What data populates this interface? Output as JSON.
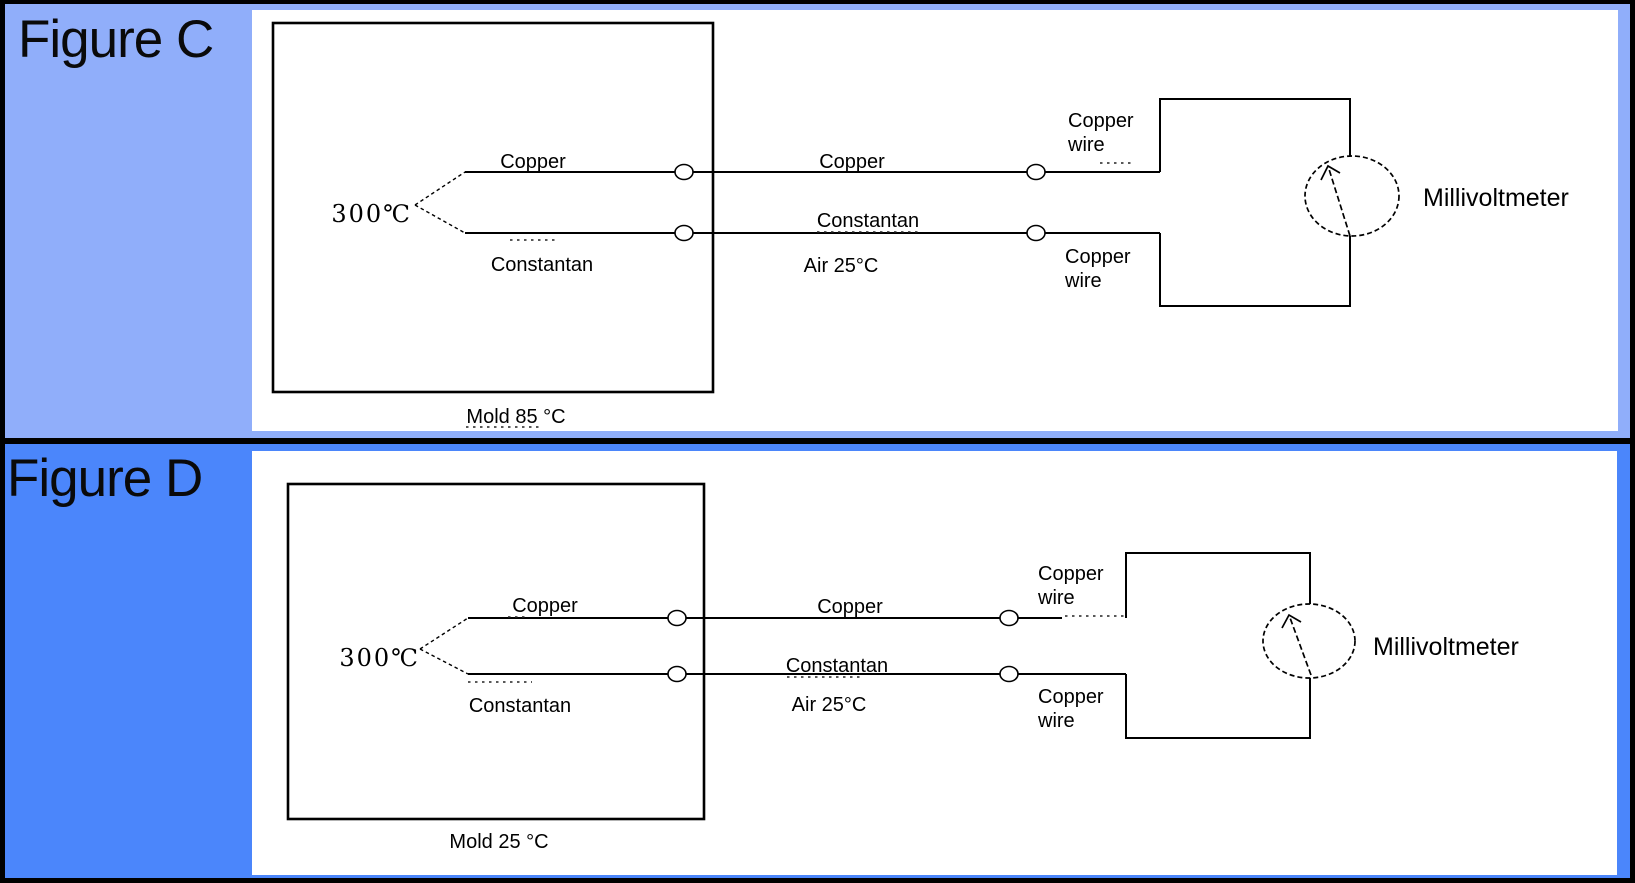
{
  "colors": {
    "outer_border": "#000000",
    "figure_c_bg": "#90AEFA",
    "figure_d_bg": "#4B86FB",
    "panel_bg": "#FFFFFF",
    "ink": "#000000"
  },
  "figure_c": {
    "title": "Figure C",
    "junction_temp": "300℃",
    "mold_wire_top_label": "Copper",
    "mold_wire_bottom_label": "Constantan",
    "air_wire_top_label": "Copper",
    "air_wire_bottom_label": "Constantan",
    "air_temp_label": "Air 25°C",
    "copper_wire_top": {
      "line1": "Copper",
      "line2": "wire"
    },
    "copper_wire_bottom": {
      "line1": "Copper",
      "line2": "wire"
    },
    "meter_label": "Millivoltmeter",
    "mold_label": "Mold 85 °C"
  },
  "figure_d": {
    "title": "Figure D",
    "junction_temp": "300℃",
    "mold_wire_top_label": "Copper",
    "mold_wire_bottom_label": "Constantan",
    "air_wire_top_label": "Copper",
    "air_wire_bottom_label": "Constantan",
    "air_temp_label": "Air 25°C",
    "copper_wire_top": {
      "line1": "Copper",
      "line2": "wire"
    },
    "copper_wire_bottom": {
      "line1": "Copper",
      "line2": "wire"
    },
    "meter_label": "Millivoltmeter",
    "mold_label": "Mold 25 °C"
  }
}
